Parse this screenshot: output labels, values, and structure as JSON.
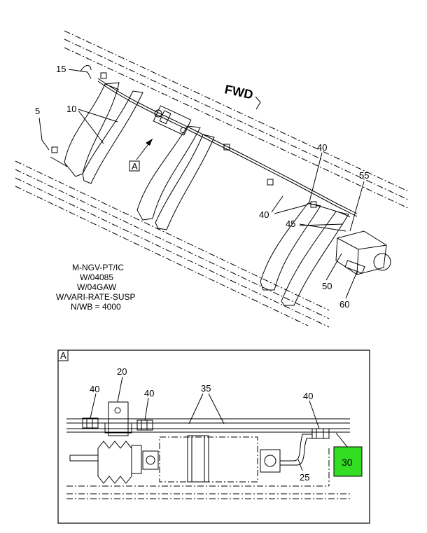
{
  "upper_view": {
    "fwd_label": "FWD",
    "view_ref": "A",
    "callouts": {
      "c15": "15",
      "c5": "5",
      "c10": "10",
      "c40a": "40",
      "c40b": "40",
      "c55": "55",
      "c45": "45",
      "c50": "50",
      "c60": "60"
    },
    "caption_lines": [
      "M-NGV-PT/IC",
      "W/04085",
      "W/04GAW",
      "W/VARI-RATE-SUSP",
      "N/WB = 4000"
    ]
  },
  "detail_view": {
    "label": "A",
    "callouts": {
      "c40a": "40",
      "c20": "20",
      "c40b": "40",
      "c35": "35",
      "c40c": "40",
      "c25": "25",
      "c30": "30"
    },
    "highlight_color": "#33dd22"
  }
}
